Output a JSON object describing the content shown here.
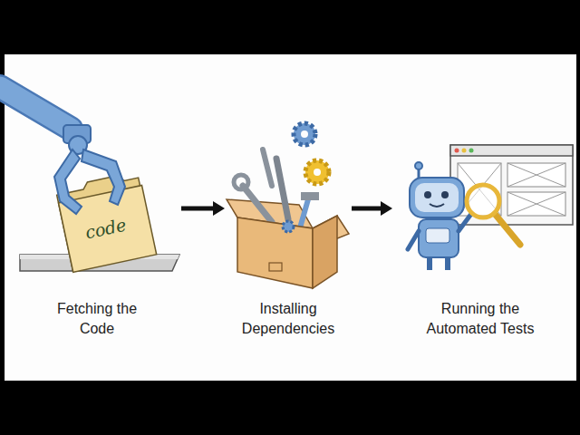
{
  "diagram": {
    "nodes": [
      {
        "text": [
          "Fetching the Code"
        ]
      },
      {
        "text": [
          "Installing Dependencies"
        ]
      },
      {
        "text": [
          "Running the Automated Tests"
        ]
      }
    ],
    "edges": [
      {
        "from": 0,
        "to": 1,
        "arrow": "to"
      },
      {
        "from": 1,
        "to": 2,
        "arrow": "to"
      }
    ],
    "labels": [
      "code"
    ]
  }
}
